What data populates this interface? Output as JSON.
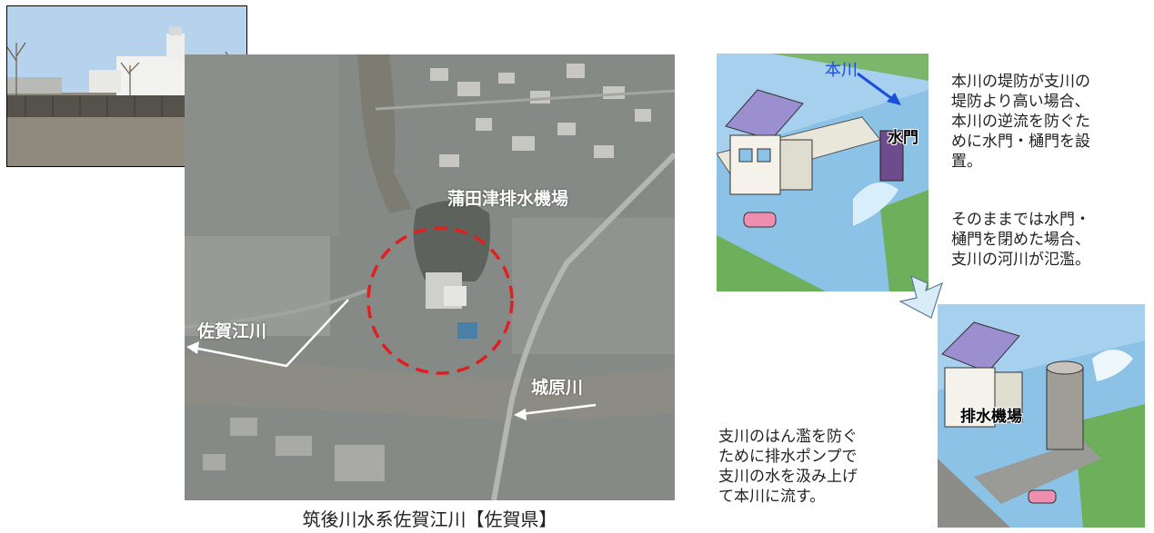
{
  "aerial": {
    "label_pump_station": "蒲田津排水機場",
    "label_saga_egawa": "佐賀江川",
    "label_jobaru": "城原川",
    "caption": "筑後川水系佐賀江川【佐賀県】"
  },
  "illustration_gate": {
    "label_main_river": "本川",
    "label_gate": "水門"
  },
  "illustration_pump": {
    "label_pump_station": "排水機場"
  },
  "text_blocks": {
    "gate_explanation": [
      "本川の堤防が支川の",
      "堤防より高い場合、",
      "本川の逆流を防ぐた",
      "めに水門・樋門を設",
      "置。"
    ],
    "flood_explanation": [
      "そのままでは水門・",
      "樋門を閉めた場合、",
      "支川の河川が氾濫。"
    ],
    "pump_explanation": [
      "支川のはん濫を防ぐ",
      "ために排水ポンプで",
      "支川の水を汲み上げ",
      "て本川に流す。"
    ]
  },
  "colors": {
    "dashed_circle": "#e02020",
    "arrow_blue": "#1a4fd6",
    "arrow_white": "#ffffff",
    "callout_arrow": "#d8ecf7"
  }
}
